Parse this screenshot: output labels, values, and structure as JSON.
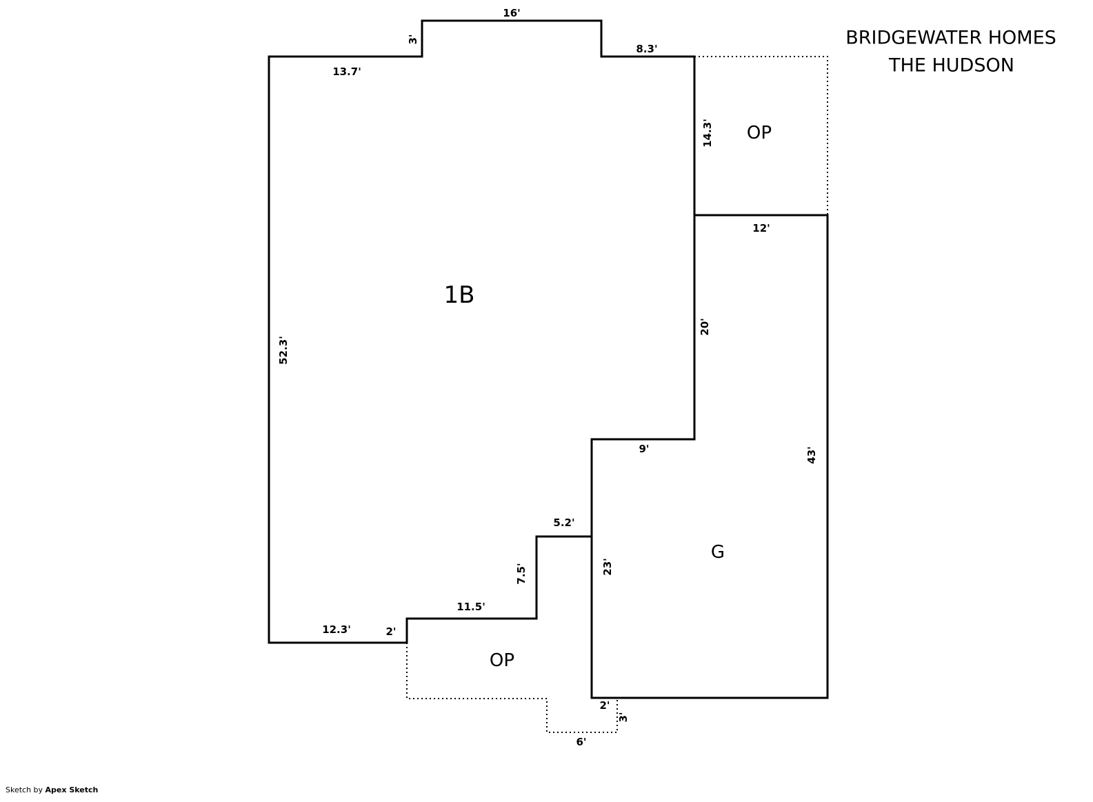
{
  "title": {
    "line1": "BRIDGEWATER HOMES",
    "line2": "THE HUDSON"
  },
  "rooms": {
    "unit": "1B",
    "garage": "G",
    "porch_top": "OP",
    "porch_bottom": "OP"
  },
  "dims": {
    "bump_top": "16'",
    "bump_left": "3'",
    "top_left": "13.7'",
    "top_right": "8.3'",
    "right_upper": "14.3'",
    "garage_top": "12'",
    "right_lower": "20'",
    "garage_right": "43'",
    "garage_step_top": "9'",
    "notch_top": "5.2'",
    "garage_left": "23'",
    "notch_right": "7.5'",
    "notch_bottom": "11.5'",
    "jog_left": "2'",
    "bottom_left": "12.3'",
    "left_wall": "52.3'",
    "porch_step": "2'",
    "porch_right": "3'",
    "porch_bottom_w": "6'"
  },
  "footer": {
    "prefix": "Sketch by ",
    "brand": "Apex Sketch"
  },
  "colors": {
    "wall": "#000000",
    "text": "#000000",
    "background": "#ffffff"
  }
}
